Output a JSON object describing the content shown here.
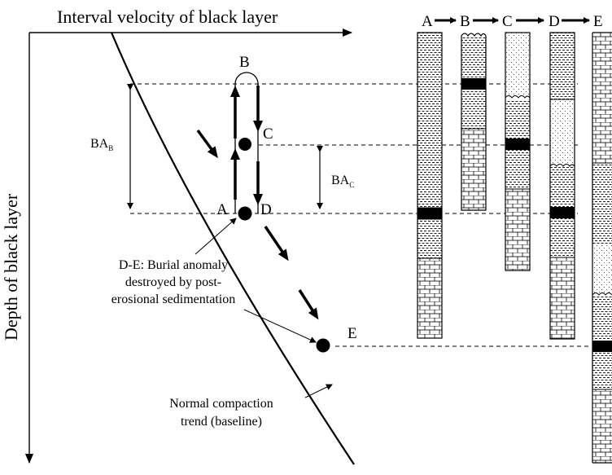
{
  "axes": {
    "x_label": "Interval velocity of black layer",
    "y_label": "Depth of black layer"
  },
  "points": {
    "a": "A",
    "b": "B",
    "c": "C",
    "d": "D",
    "e": "E"
  },
  "measures": {
    "ba_b_main": "BA",
    "ba_b_sub": "B",
    "ba_c_main": "BA",
    "ba_c_sub": "C"
  },
  "annotations": {
    "de_line1": "D-E: Burial anomaly",
    "de_line2": "destroyed by post-",
    "de_line3": "erosional sedimentation",
    "baseline_line1": "Normal compaction",
    "baseline_line2": "trend (baseline)"
  },
  "sequence": {
    "steps": [
      "A",
      "B",
      "C",
      "D",
      "E"
    ]
  },
  "colors": {
    "ink": "#000000",
    "background": "#ffffff"
  }
}
